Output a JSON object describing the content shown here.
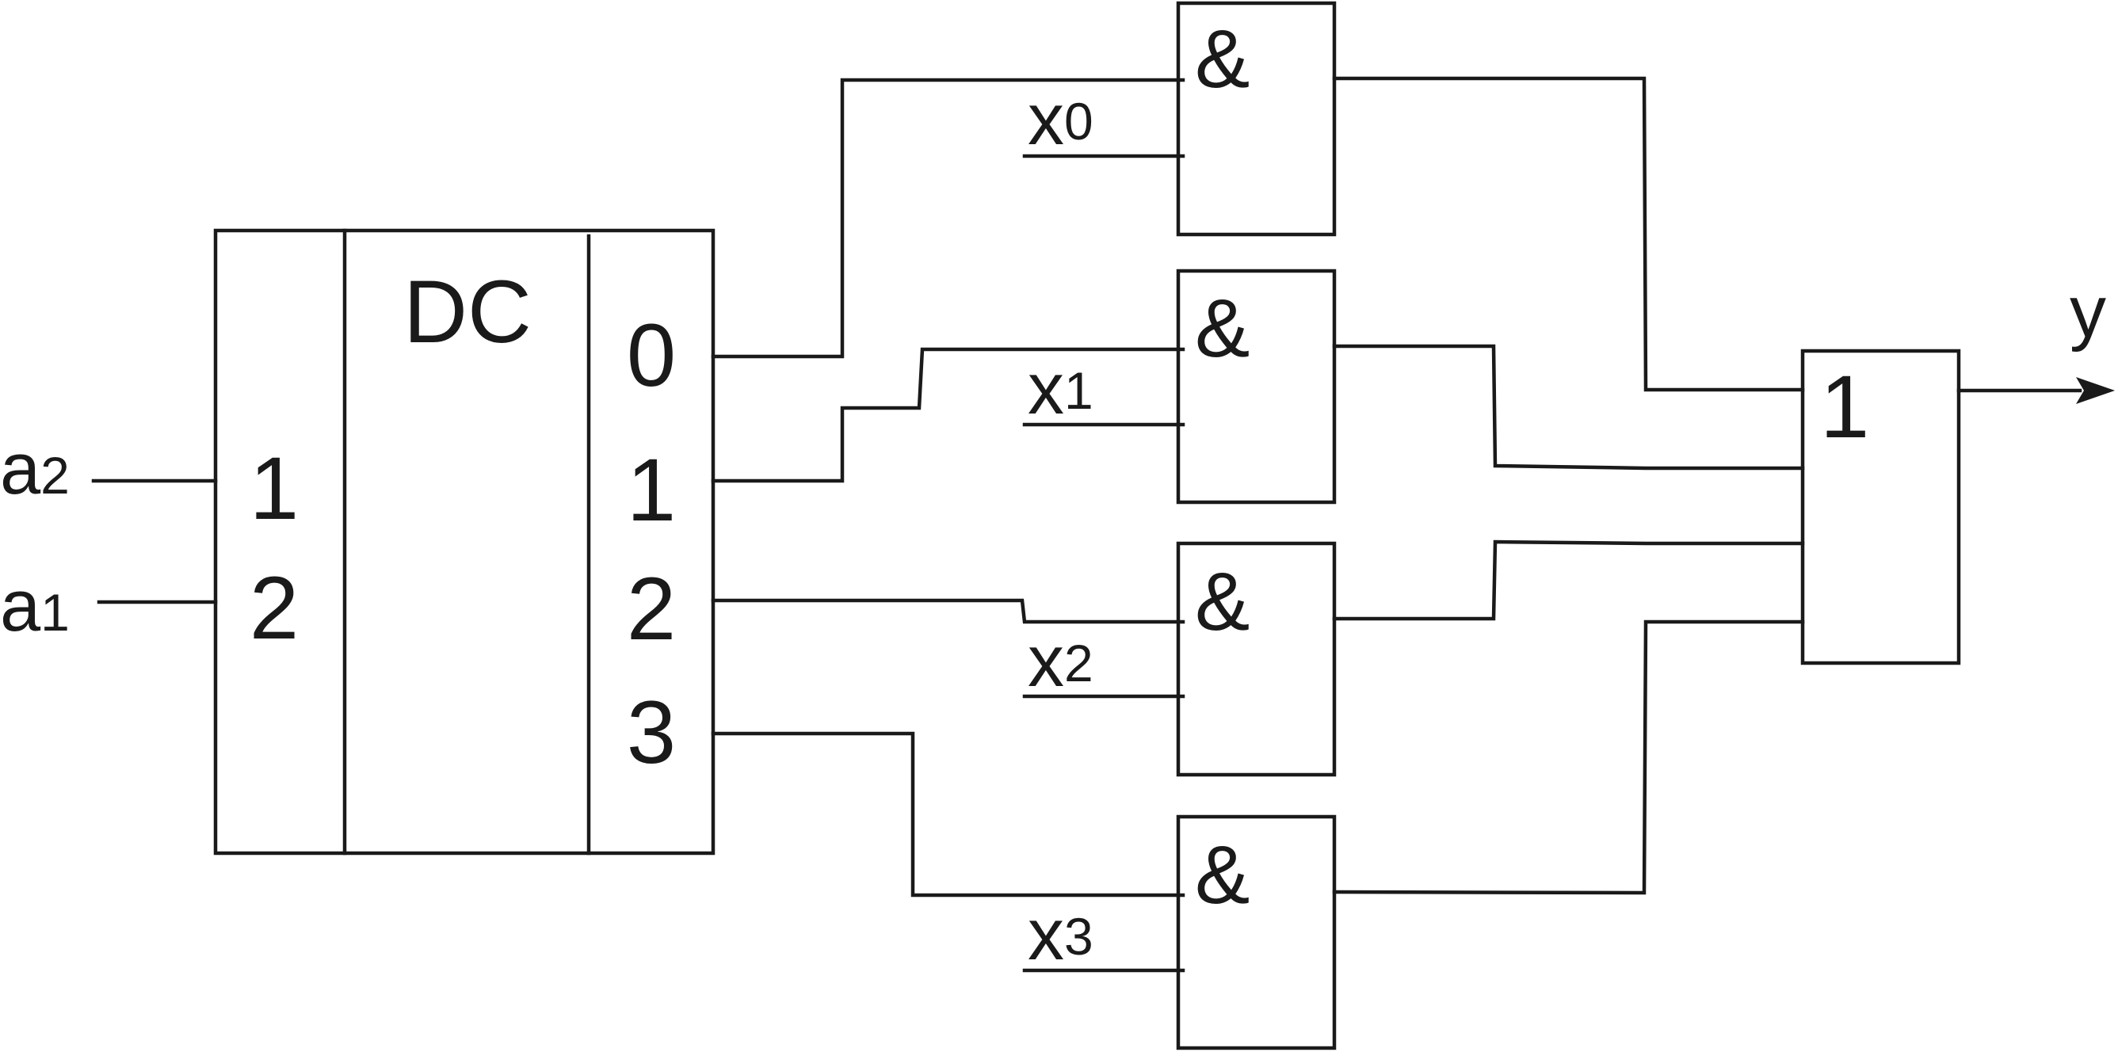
{
  "decoder": {
    "name": "DC",
    "inputs": [
      "1",
      "2"
    ],
    "outputs": [
      "0",
      "1",
      "2",
      "3"
    ]
  },
  "inputs": [
    {
      "base": "a",
      "sub": "2"
    },
    {
      "base": "a",
      "sub": "1"
    }
  ],
  "data_inputs": [
    {
      "base": "x",
      "sub": "0"
    },
    {
      "base": "x",
      "sub": "1"
    },
    {
      "base": "x",
      "sub": "2"
    },
    {
      "base": "x",
      "sub": "3"
    }
  ],
  "and_gate_symbol": "&",
  "or_gate_symbol": "1",
  "output": "y"
}
